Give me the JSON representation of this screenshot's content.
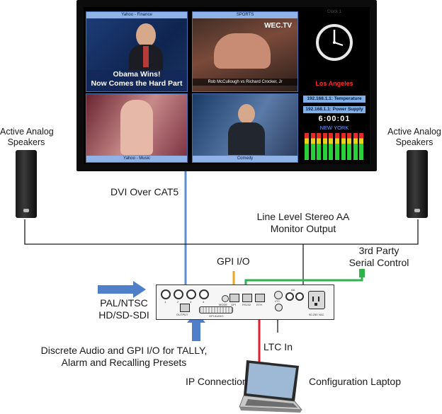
{
  "monitor": {
    "panes": [
      {
        "header": "Yahoo - Finance",
        "caption_line1": "Obama Wins!",
        "caption_line2": "Now Comes the Hard Part"
      },
      {
        "header": "SPORTS",
        "logo": "WEC.TV",
        "ticker": "Rob McCullough vs Richard Crocker, Jr"
      },
      {
        "header": "",
        "footer": "Yahoo - Music"
      },
      {
        "header": "",
        "footer": "Comedy"
      }
    ],
    "clock_header": "Clock 1",
    "clock_city": "Los Angeles",
    "status_buttons": [
      "192.168.1.1: Temperature",
      "192.168.1.1: Power Supply"
    ],
    "time": "6:00:01",
    "time_city": "NEW YORK",
    "meter_bars": 10
  },
  "labels": {
    "left_speaker": [
      "Active Analog",
      "Speakers"
    ],
    "right_speaker": [
      "Active Analog",
      "Speakers"
    ],
    "dvi": "DVI Over CAT5",
    "line_level": [
      "Line Level Stereo AA",
      "Monitor Output"
    ],
    "gpi": "GPI I/O",
    "third_party": [
      "3rd Party",
      "Serial Control"
    ],
    "video_input": [
      "PAL/NTSC",
      "HD/SD-SDI"
    ],
    "discrete": [
      "Discrete Audio and GPI I/O for TALLY,",
      "Alarm and Recalling Presets"
    ],
    "ltc": "LTC In",
    "ip": "IP Connection",
    "laptop": "Configuration Laptop"
  },
  "device_labels": {
    "output": "OUTPUT",
    "gpi_audio": "GPI AUDIO",
    "mode": "MODE",
    "gpi_port": "GPI",
    "rs232": "RS232",
    "eth": "ETH",
    "ltc_port": "LTC",
    "aa_port": "AA",
    "power": "90-250 VAC",
    "bnc_nums": [
      "1",
      "2",
      "3",
      "4"
    ]
  },
  "colors": {
    "dvi_line": "#5b8fd0",
    "ip_line": "#e01e2d",
    "serial_line": "#2db34a",
    "gpi_line": "#f0a51c",
    "cable": "#1a1a1a",
    "arrow": "#4f7fc8"
  }
}
